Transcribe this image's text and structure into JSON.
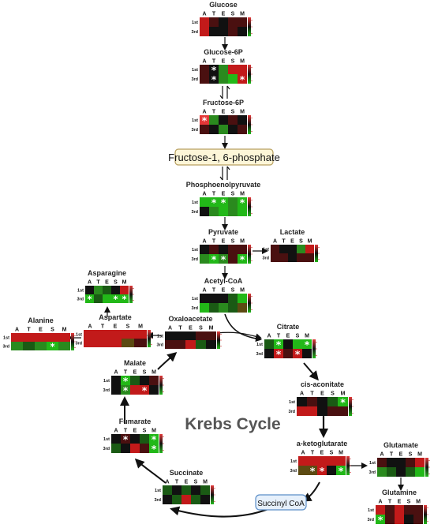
{
  "labels": {
    "glucose": "Glucose",
    "glucose_6p": "Glucose-6P",
    "fructose_6p": "Fructose-6P",
    "fructose_16bp": "Fructose-1, 6-phosphate",
    "pep": "Phosphoenolpyruvate",
    "pyruvate": "Pyruvate",
    "lactate": "Lactate",
    "acetyl_coa": "Acetyl-CoA",
    "asparagine": "Asparagine",
    "aspartate": "Aspartate",
    "alanine": "Alanine",
    "oxaloacetate": "Oxaloacetate",
    "citrate": "Citrate",
    "malate": "Malate",
    "cis_aconitate": "cis-aconitate",
    "fumarate": "Fumarate",
    "krebs": "Krebs Cycle",
    "a_ketoglutarate": "a-ketoglutarate",
    "glutamate": "Glutamate",
    "succinate": "Succinate",
    "succinyl_coa": "Succinyl CoA",
    "glutamine": "Glutamine"
  },
  "columns": [
    "A",
    "T",
    "E",
    "S",
    "M"
  ],
  "rows": [
    "1st",
    "3rd"
  ],
  "colors": {
    "black": "#111111",
    "dark_green": "#1a5a14",
    "green": "#2a8a1e",
    "bright_green": "#22b818",
    "dark_red": "#4a1010",
    "red": "#c21a1a",
    "bright_red": "#e43838",
    "olive": "#5c4a12",
    "box_fill": "#fdf6d8",
    "box_stroke": "#b8a060",
    "succinyl_fill": "#e6f0fb",
    "succinyl_stroke": "#5b8ec8"
  }
}
